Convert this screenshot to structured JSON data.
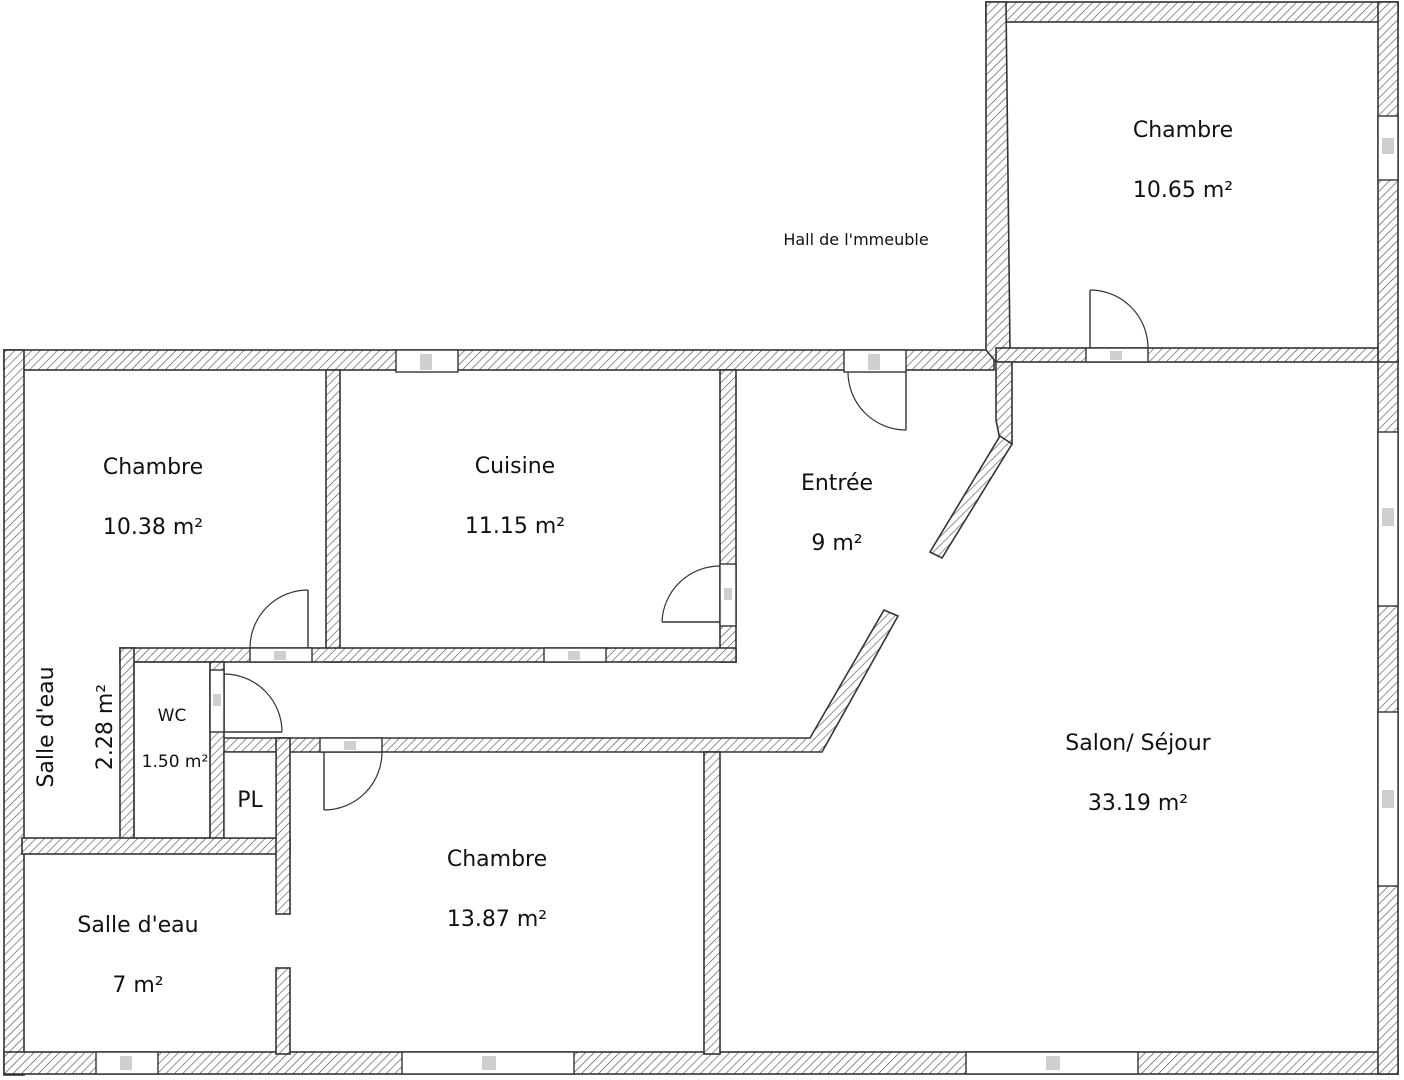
{
  "building": {
    "hall_label": "Hall de l'mmeuble"
  },
  "rooms": {
    "chambre_ne": {
      "name": "Chambre",
      "area": "10.65 m²"
    },
    "chambre_nw": {
      "name": "Chambre",
      "area": "10.38 m²"
    },
    "cuisine": {
      "name": "Cuisine",
      "area": "11.15 m²"
    },
    "entree": {
      "name": "Entrée",
      "area": "9 m²"
    },
    "salon": {
      "name": "Salon/ Séjour",
      "area": "33.19 m²"
    },
    "salle_eau_w": {
      "name": "Salle d'eau",
      "area": "2.28 m²"
    },
    "wc": {
      "name": "WC",
      "area": "1.50 m²"
    },
    "placard": {
      "name": "PL"
    },
    "chambre_s": {
      "name": "Chambre",
      "area": "13.87 m²"
    },
    "salle_eau_sw": {
      "name": "Salle d'eau",
      "area": "7 m²"
    }
  },
  "style": {
    "wall_stroke": "#333333",
    "hatch_color": "#555555",
    "window_glass": "#cfcfcf"
  }
}
